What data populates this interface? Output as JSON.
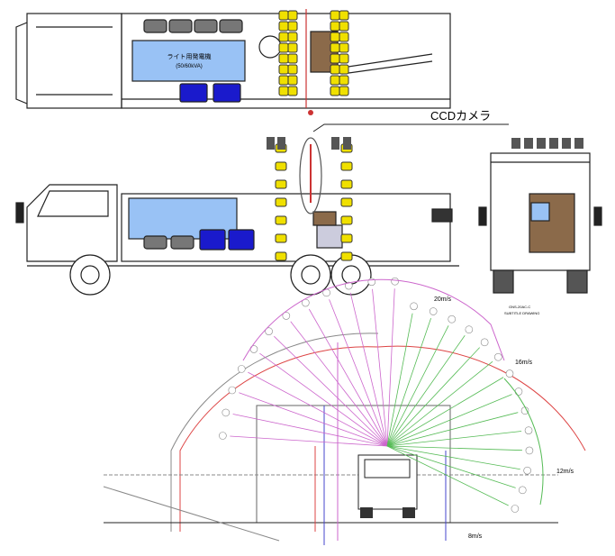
{
  "generator_label": "ライト用発電機",
  "generator_rating": "(50/60kVA)",
  "camera_label": "CCDカメラ",
  "speed_labels": [
    "20m/s",
    "16m/s",
    "12m/s",
    "8m/s"
  ],
  "drawing_note": [
    "GNS-20AC-C",
    "SUBTITLE DRAWING"
  ],
  "colors": {
    "tank": "#99c2f5",
    "battery": "#1a1acc",
    "light": "#f0e000",
    "fan_purple": "#cc66cc",
    "fan_green": "#55bb55",
    "tunnel_red": "#dd4444"
  }
}
